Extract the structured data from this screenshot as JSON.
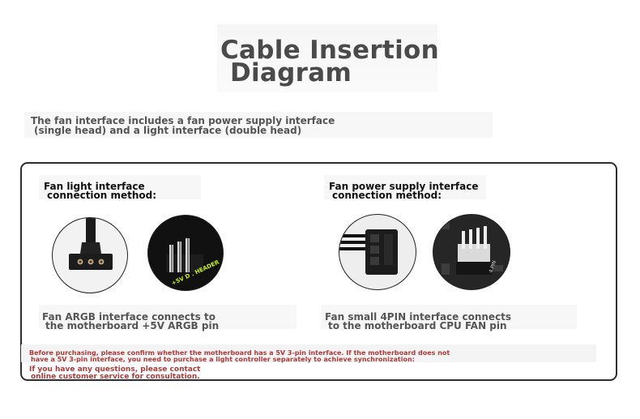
{
  "title": {
    "line1": "Cable Insertion",
    "line2": "Diagram"
  },
  "intro": {
    "line1": "The fan interface includes a fan power supply interface",
    "line2": "(single head) and a light interface (double head)"
  },
  "left_panel": {
    "heading_line1": "Fan light interface",
    "heading_line2": "connection method:",
    "header_label": "+5V D . HEADER",
    "caption_line1": "Fan ARGB interface connects to",
    "caption_line2": "the motherboard +5V ARGB pin"
  },
  "right_panel": {
    "heading_line1": "Fan power supply interface",
    "heading_line2": "connection method:",
    "header_label": "4 PIN",
    "caption_line1": "Fan small 4PIN interface connects",
    "caption_line2": "to the motherboard CPU FAN pin"
  },
  "notice": {
    "line1": "Before purchasing, please confirm whether the motherboard has a 5V 3-pin interface. If the motherboard does not",
    "line2": "have a 5V 3-pin interface, you need to purchase a light controller separately to achieve synchronization:",
    "contact_line1": "If you have any questions, please contact",
    "contact_line2": "online customer service for consultation."
  },
  "colors": {
    "notice_red": "#b03a3a",
    "header_green": "#c8f000",
    "frame_border": "#2e2e2e"
  }
}
